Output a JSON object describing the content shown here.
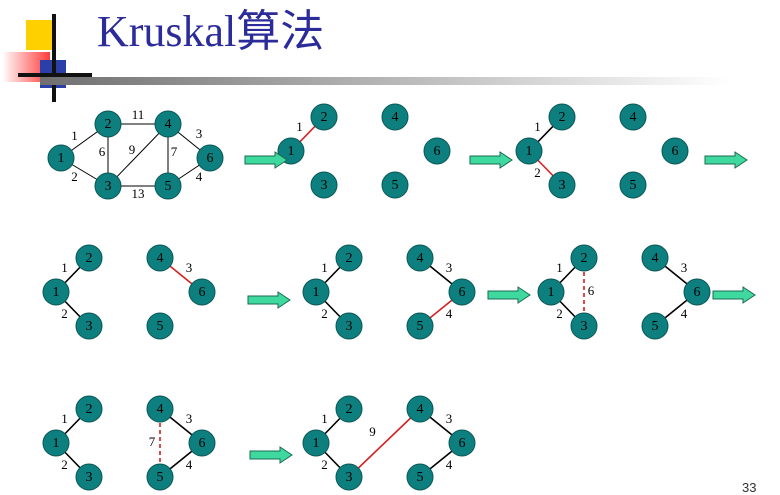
{
  "title": "Kruskal算法",
  "page_number": "33",
  "colors": {
    "node_fill": "#0d7f7f",
    "edge": "#000000",
    "selected_edge": "#d42020",
    "arrow_fill": "#3fd9a0",
    "title_text": "#2b2b9a",
    "deco_yellow": "#ffd000",
    "deco_red": "#ff3b3b",
    "deco_blue": "#2a3fa8"
  },
  "graph": {
    "nodes": [
      "1",
      "2",
      "3",
      "4",
      "5",
      "6"
    ],
    "edges": [
      {
        "u": "1",
        "v": "2",
        "w": "1"
      },
      {
        "u": "1",
        "v": "3",
        "w": "2"
      },
      {
        "u": "2",
        "v": "3",
        "w": "6"
      },
      {
        "u": "2",
        "v": "4",
        "w": "11"
      },
      {
        "u": "3",
        "v": "4",
        "w": "9"
      },
      {
        "u": "3",
        "v": "5",
        "w": "13"
      },
      {
        "u": "4",
        "v": "5",
        "w": "7"
      },
      {
        "u": "4",
        "v": "6",
        "w": "3"
      },
      {
        "u": "5",
        "v": "6",
        "w": "4"
      }
    ]
  },
  "steps": [
    {
      "step": "full-graph"
    },
    {
      "step": "1",
      "edges": [
        {
          "u": "1",
          "v": "2",
          "w": "1",
          "style": "selected"
        }
      ]
    },
    {
      "step": "2",
      "edges": [
        {
          "u": "1",
          "v": "2",
          "w": "1",
          "style": "tree"
        },
        {
          "u": "1",
          "v": "3",
          "w": "2",
          "style": "selected"
        }
      ]
    },
    {
      "step": "3",
      "edges": [
        {
          "u": "1",
          "v": "2",
          "w": "1",
          "style": "tree"
        },
        {
          "u": "1",
          "v": "3",
          "w": "2",
          "style": "tree"
        },
        {
          "u": "4",
          "v": "6",
          "w": "3",
          "style": "selected"
        }
      ]
    },
    {
      "step": "4",
      "edges": [
        {
          "u": "1",
          "v": "2",
          "w": "1",
          "style": "tree"
        },
        {
          "u": "1",
          "v": "3",
          "w": "2",
          "style": "tree"
        },
        {
          "u": "4",
          "v": "6",
          "w": "3",
          "style": "tree"
        },
        {
          "u": "5",
          "v": "6",
          "w": "4",
          "style": "selected"
        }
      ]
    },
    {
      "step": "5",
      "edges": [
        {
          "u": "1",
          "v": "2",
          "w": "1",
          "style": "tree"
        },
        {
          "u": "1",
          "v": "3",
          "w": "2",
          "style": "tree"
        },
        {
          "u": "2",
          "v": "3",
          "w": "6",
          "style": "rejected"
        },
        {
          "u": "4",
          "v": "6",
          "w": "3",
          "style": "tree"
        },
        {
          "u": "5",
          "v": "6",
          "w": "4",
          "style": "tree"
        }
      ]
    },
    {
      "step": "6",
      "edges": [
        {
          "u": "1",
          "v": "2",
          "w": "1",
          "style": "tree"
        },
        {
          "u": "1",
          "v": "3",
          "w": "2",
          "style": "tree"
        },
        {
          "u": "4",
          "v": "5",
          "w": "7",
          "style": "rejected"
        },
        {
          "u": "4",
          "v": "6",
          "w": "3",
          "style": "tree"
        },
        {
          "u": "5",
          "v": "6",
          "w": "4",
          "style": "tree"
        }
      ]
    },
    {
      "step": "7",
      "edges": [
        {
          "u": "1",
          "v": "2",
          "w": "1",
          "style": "tree"
        },
        {
          "u": "1",
          "v": "3",
          "w": "2",
          "style": "tree"
        },
        {
          "u": "3",
          "v": "4",
          "w": "9",
          "style": "selected"
        },
        {
          "u": "4",
          "v": "6",
          "w": "3",
          "style": "tree"
        },
        {
          "u": "5",
          "v": "6",
          "w": "4",
          "style": "tree"
        }
      ]
    }
  ]
}
